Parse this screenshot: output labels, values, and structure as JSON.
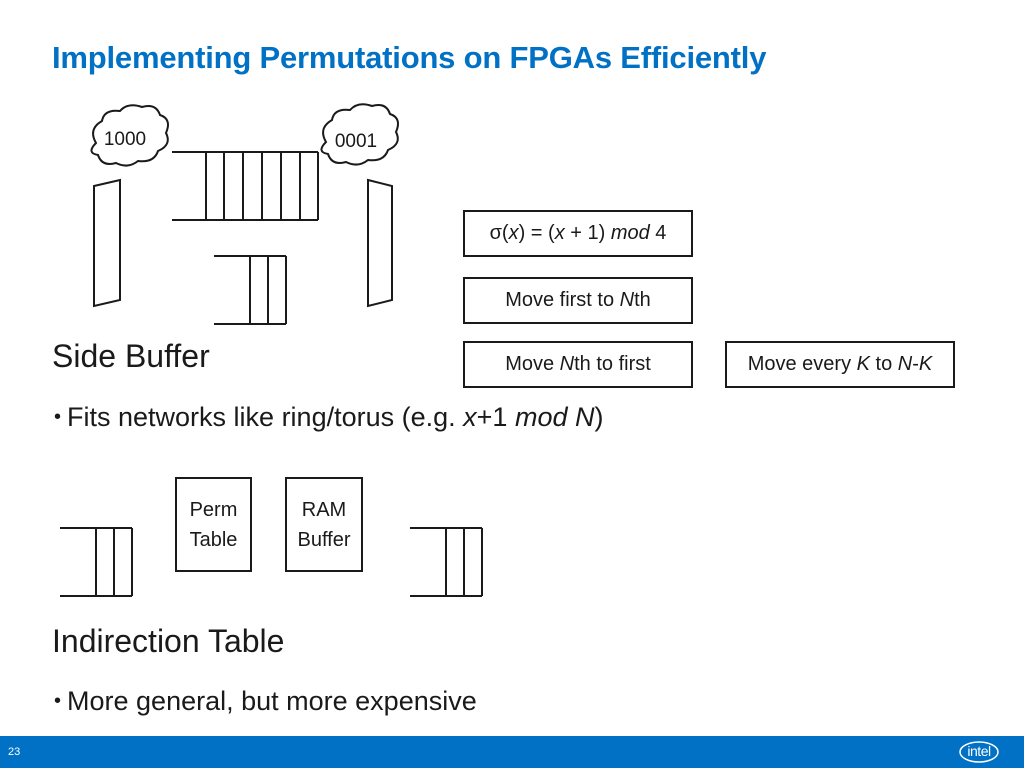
{
  "slide": {
    "title": "Implementing Permutations on FPGAs Efficiently",
    "page_number": "23",
    "logo_text": "intel"
  },
  "diagram_top": {
    "cloud_left": "1000",
    "cloud_right": "0001",
    "formula": {
      "prefix": "σ(",
      "var1": "x",
      "mid": ") = (",
      "var2": "x",
      "plus": " + 1) ",
      "mod": "mod",
      "suffix": " 4"
    },
    "move_first": {
      "text": "Move first to ",
      "var": "N",
      "suffix": "th"
    },
    "move_nth": {
      "text": "Move ",
      "var": "N",
      "suffix": "th to first"
    },
    "move_every": {
      "text": "Move every ",
      "var_k": "K",
      "mid": " to ",
      "var_n": "N",
      "dash": "-",
      "var_k2": "K"
    }
  },
  "section1": {
    "heading": "Side Buffer",
    "bullet": {
      "text": "Fits networks like ring/torus (e.g. ",
      "var": "x",
      "plus": "+1 ",
      "mod": "mod N",
      "close": ")"
    }
  },
  "diagram_bottom": {
    "perm_table": [
      "Perm",
      "Table"
    ],
    "ram_buffer": [
      "RAM",
      "Buffer"
    ]
  },
  "section2": {
    "heading": "Indirection Table",
    "bullet": "More general, but more expensive"
  },
  "colors": {
    "accent": "#0071c5",
    "text": "#1a1a1a"
  }
}
